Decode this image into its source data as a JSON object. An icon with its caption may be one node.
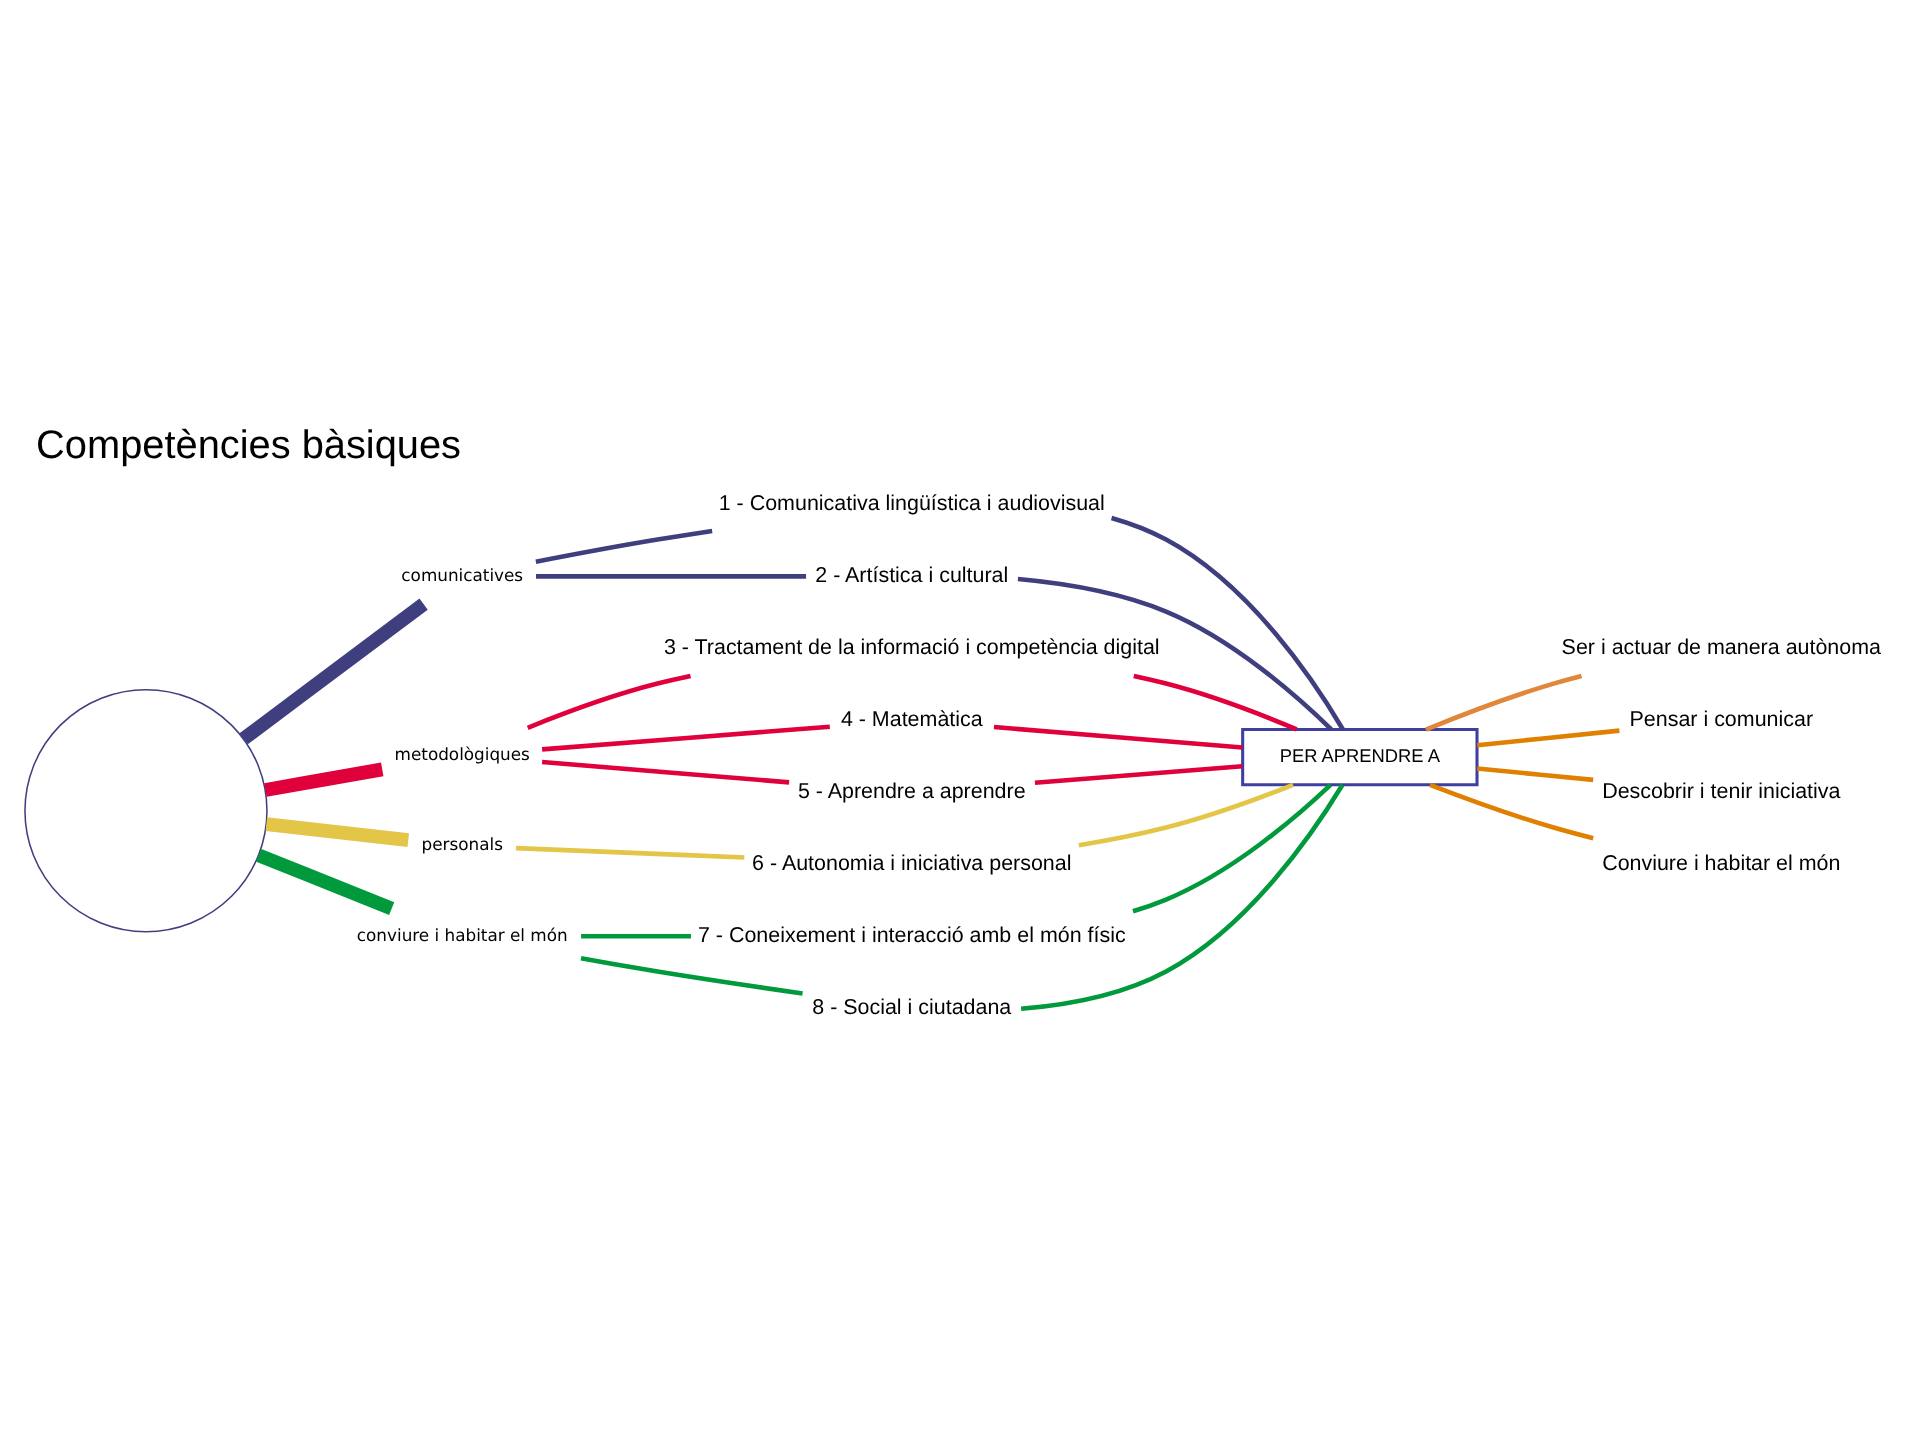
{
  "diagram": {
    "title": "Competències bàsiques",
    "nodes": [
      {
        "text": [],
        "shape": "circle"
      },
      {
        "text": [
          "comunicatives"
        ]
      },
      {
        "text": [
          "1 - Comunicativa lingüística i audiovisual"
        ]
      },
      {
        "text": [
          "2 - Artística i cultural"
        ]
      },
      {
        "text": [
          "metodològiques"
        ]
      },
      {
        "text": [
          "3 - Tractament de la informació i competència digital"
        ]
      },
      {
        "text": [
          "4 - Matemàtica"
        ]
      },
      {
        "text": [
          "5 - Aprendre a aprendre"
        ]
      },
      {
        "text": [
          "personals"
        ]
      },
      {
        "text": [
          "6 - Autonomia i iniciativa personal"
        ]
      },
      {
        "text": [
          "conviure i habitar el món"
        ]
      },
      {
        "text": [
          "7 - Coneixement i interacció amb el món físic"
        ]
      },
      {
        "text": [
          "8 - Social i ciutadana"
        ]
      },
      {
        "text": [
          "PER APRENDRE A"
        ]
      },
      {
        "text": [
          "Ser i actuar de manera autònoma"
        ]
      },
      {
        "text": [
          "Pensar i comunicar"
        ]
      },
      {
        "text": [
          "Descobrir i tenir iniciativa"
        ]
      },
      {
        "text": [
          "Conviure i habitar el món"
        ]
      }
    ],
    "edges": [
      {
        "from": 0,
        "to": 1,
        "arrow": "none",
        "style": "thick",
        "color": "#3f3f7f"
      },
      {
        "from": 1,
        "to": 2,
        "arrow": "none",
        "color": "#3f3f7f"
      },
      {
        "from": 1,
        "to": 3,
        "arrow": "none",
        "color": "#3f3f7f"
      },
      {
        "from": 0,
        "to": 4,
        "arrow": "none",
        "style": "thick",
        "color": "#e0003c"
      },
      {
        "from": 4,
        "to": 5,
        "arrow": "none",
        "color": "#e0003c"
      },
      {
        "from": 4,
        "to": 6,
        "arrow": "none",
        "color": "#e0003c"
      },
      {
        "from": 4,
        "to": 7,
        "arrow": "none",
        "color": "#e0003c"
      },
      {
        "from": 0,
        "to": 8,
        "arrow": "none",
        "style": "thick",
        "color": "#e3c548"
      },
      {
        "from": 8,
        "to": 9,
        "arrow": "none",
        "color": "#e3c548"
      },
      {
        "from": 0,
        "to": 10,
        "arrow": "none",
        "style": "thick",
        "color": "#009a3c"
      },
      {
        "from": 10,
        "to": 11,
        "arrow": "none",
        "color": "#009a3c"
      },
      {
        "from": 10,
        "to": 12,
        "arrow": "none",
        "color": "#009a3c"
      },
      {
        "from": 2,
        "to": 13,
        "arrow": "none",
        "color": "#3f3f7f"
      },
      {
        "from": 3,
        "to": 13,
        "arrow": "none",
        "color": "#3f3f7f"
      },
      {
        "from": 5,
        "to": 13,
        "arrow": "none",
        "color": "#e0003c"
      },
      {
        "from": 6,
        "to": 13,
        "arrow": "none",
        "color": "#e0003c"
      },
      {
        "from": 7,
        "to": 13,
        "arrow": "none",
        "color": "#e0003c"
      },
      {
        "from": 9,
        "to": 13,
        "arrow": "none",
        "color": "#e3c548"
      },
      {
        "from": 11,
        "to": 13,
        "arrow": "none",
        "color": "#009a3c"
      },
      {
        "from": 12,
        "to": 13,
        "arrow": "none",
        "color": "#009a3c"
      },
      {
        "from": 13,
        "to": 14,
        "arrow": "none",
        "color": "#e0873c"
      },
      {
        "from": 13,
        "to": 15,
        "arrow": "none",
        "color": "#e08000"
      },
      {
        "from": 13,
        "to": 16,
        "arrow": "none",
        "color": "#e08000"
      },
      {
        "from": 13,
        "to": 17,
        "arrow": "none",
        "color": "#e08000"
      }
    ]
  }
}
